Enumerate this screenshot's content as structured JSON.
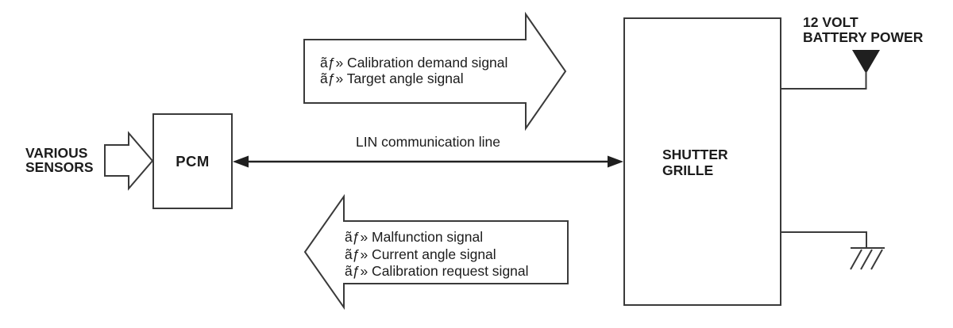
{
  "diagram": {
    "colors": {
      "stroke": "#3a3a3a",
      "text": "#1c1c1c",
      "background": "#ffffff"
    },
    "sensors": {
      "label_line1": "VARIOUS",
      "label_line2": "SENSORS"
    },
    "pcm": {
      "label": "PCM"
    },
    "shutter_grille": {
      "label_line1": "SHUTTER",
      "label_line2": "GRILLE"
    },
    "lin": {
      "label": "LIN communication line"
    },
    "pcm_to_grille_signals": {
      "lines": [
        "ãƒ» Calibration demand signal",
        "ãƒ» Target angle signal"
      ]
    },
    "grille_to_pcm_signals": {
      "lines": [
        "ãƒ» Malfunction signal",
        "ãƒ» Current angle signal",
        "ãƒ» Calibration request signal"
      ]
    },
    "battery": {
      "label_line1": "12 VOLT",
      "label_line2": "BATTERY POWER"
    },
    "icons": {
      "battery_symbol": "filled-down-triangle",
      "ground_symbol": "chassis-ground"
    }
  }
}
